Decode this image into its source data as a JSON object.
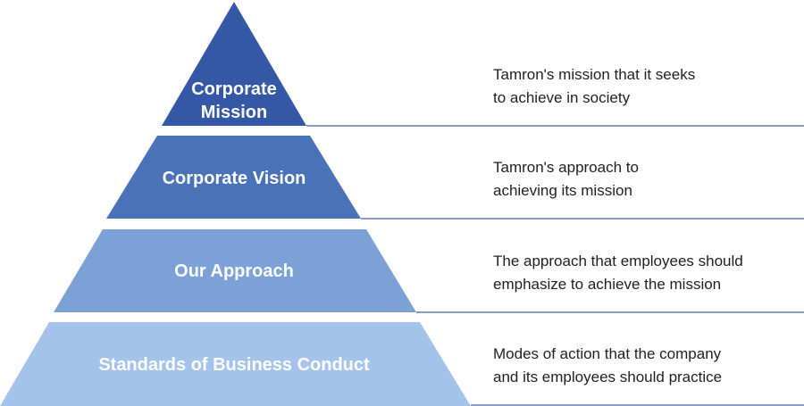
{
  "colors": {
    "tier1": "#3457a6",
    "tier2": "#4a72b8",
    "tier3": "#7ca1d6",
    "tier4": "#a3c3ea",
    "rule": "#3c62ad"
  },
  "tiers": [
    {
      "label_lines": [
        "Corporate",
        "Mission"
      ],
      "description_lines": [
        "Tamron's mission that it seeks",
        "to achieve in society"
      ]
    },
    {
      "label_lines": [
        "Corporate Vision"
      ],
      "description_lines": [
        "Tamron's approach to",
        "achieving its mission"
      ]
    },
    {
      "label_lines": [
        "Our Approach"
      ],
      "description_lines": [
        "The approach that employees should",
        "emphasize to achieve the mission"
      ]
    },
    {
      "label_lines": [
        "Standards of Business Conduct"
      ],
      "description_lines": [
        "Modes of action that the company",
        "and its employees should practice"
      ]
    }
  ]
}
